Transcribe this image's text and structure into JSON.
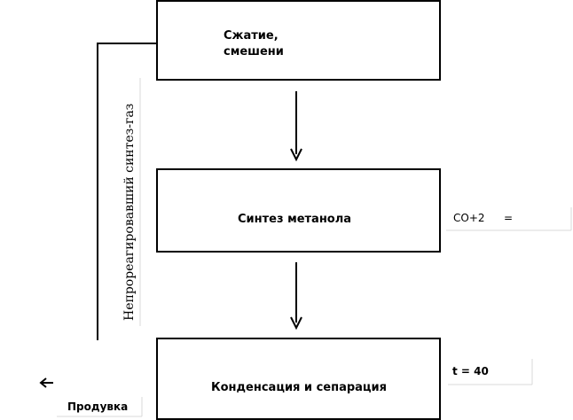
{
  "diagram": {
    "boxes": {
      "compression_line1": "Сжатие,",
      "compression_line2": "смешени",
      "synthesis": "Синтез метанола",
      "condensation": "Конденсация и сепарация"
    },
    "recycle_label": "Непрореагировавший синтез-газ",
    "purge_label": "Продувка",
    "notes": {
      "co_formula": "CO+2",
      "co_equals": "=",
      "temperature": "t = 40"
    },
    "colors": {
      "stroke": "#000000",
      "background": "#ffffff",
      "faint_border": "#d9d9d9"
    }
  }
}
